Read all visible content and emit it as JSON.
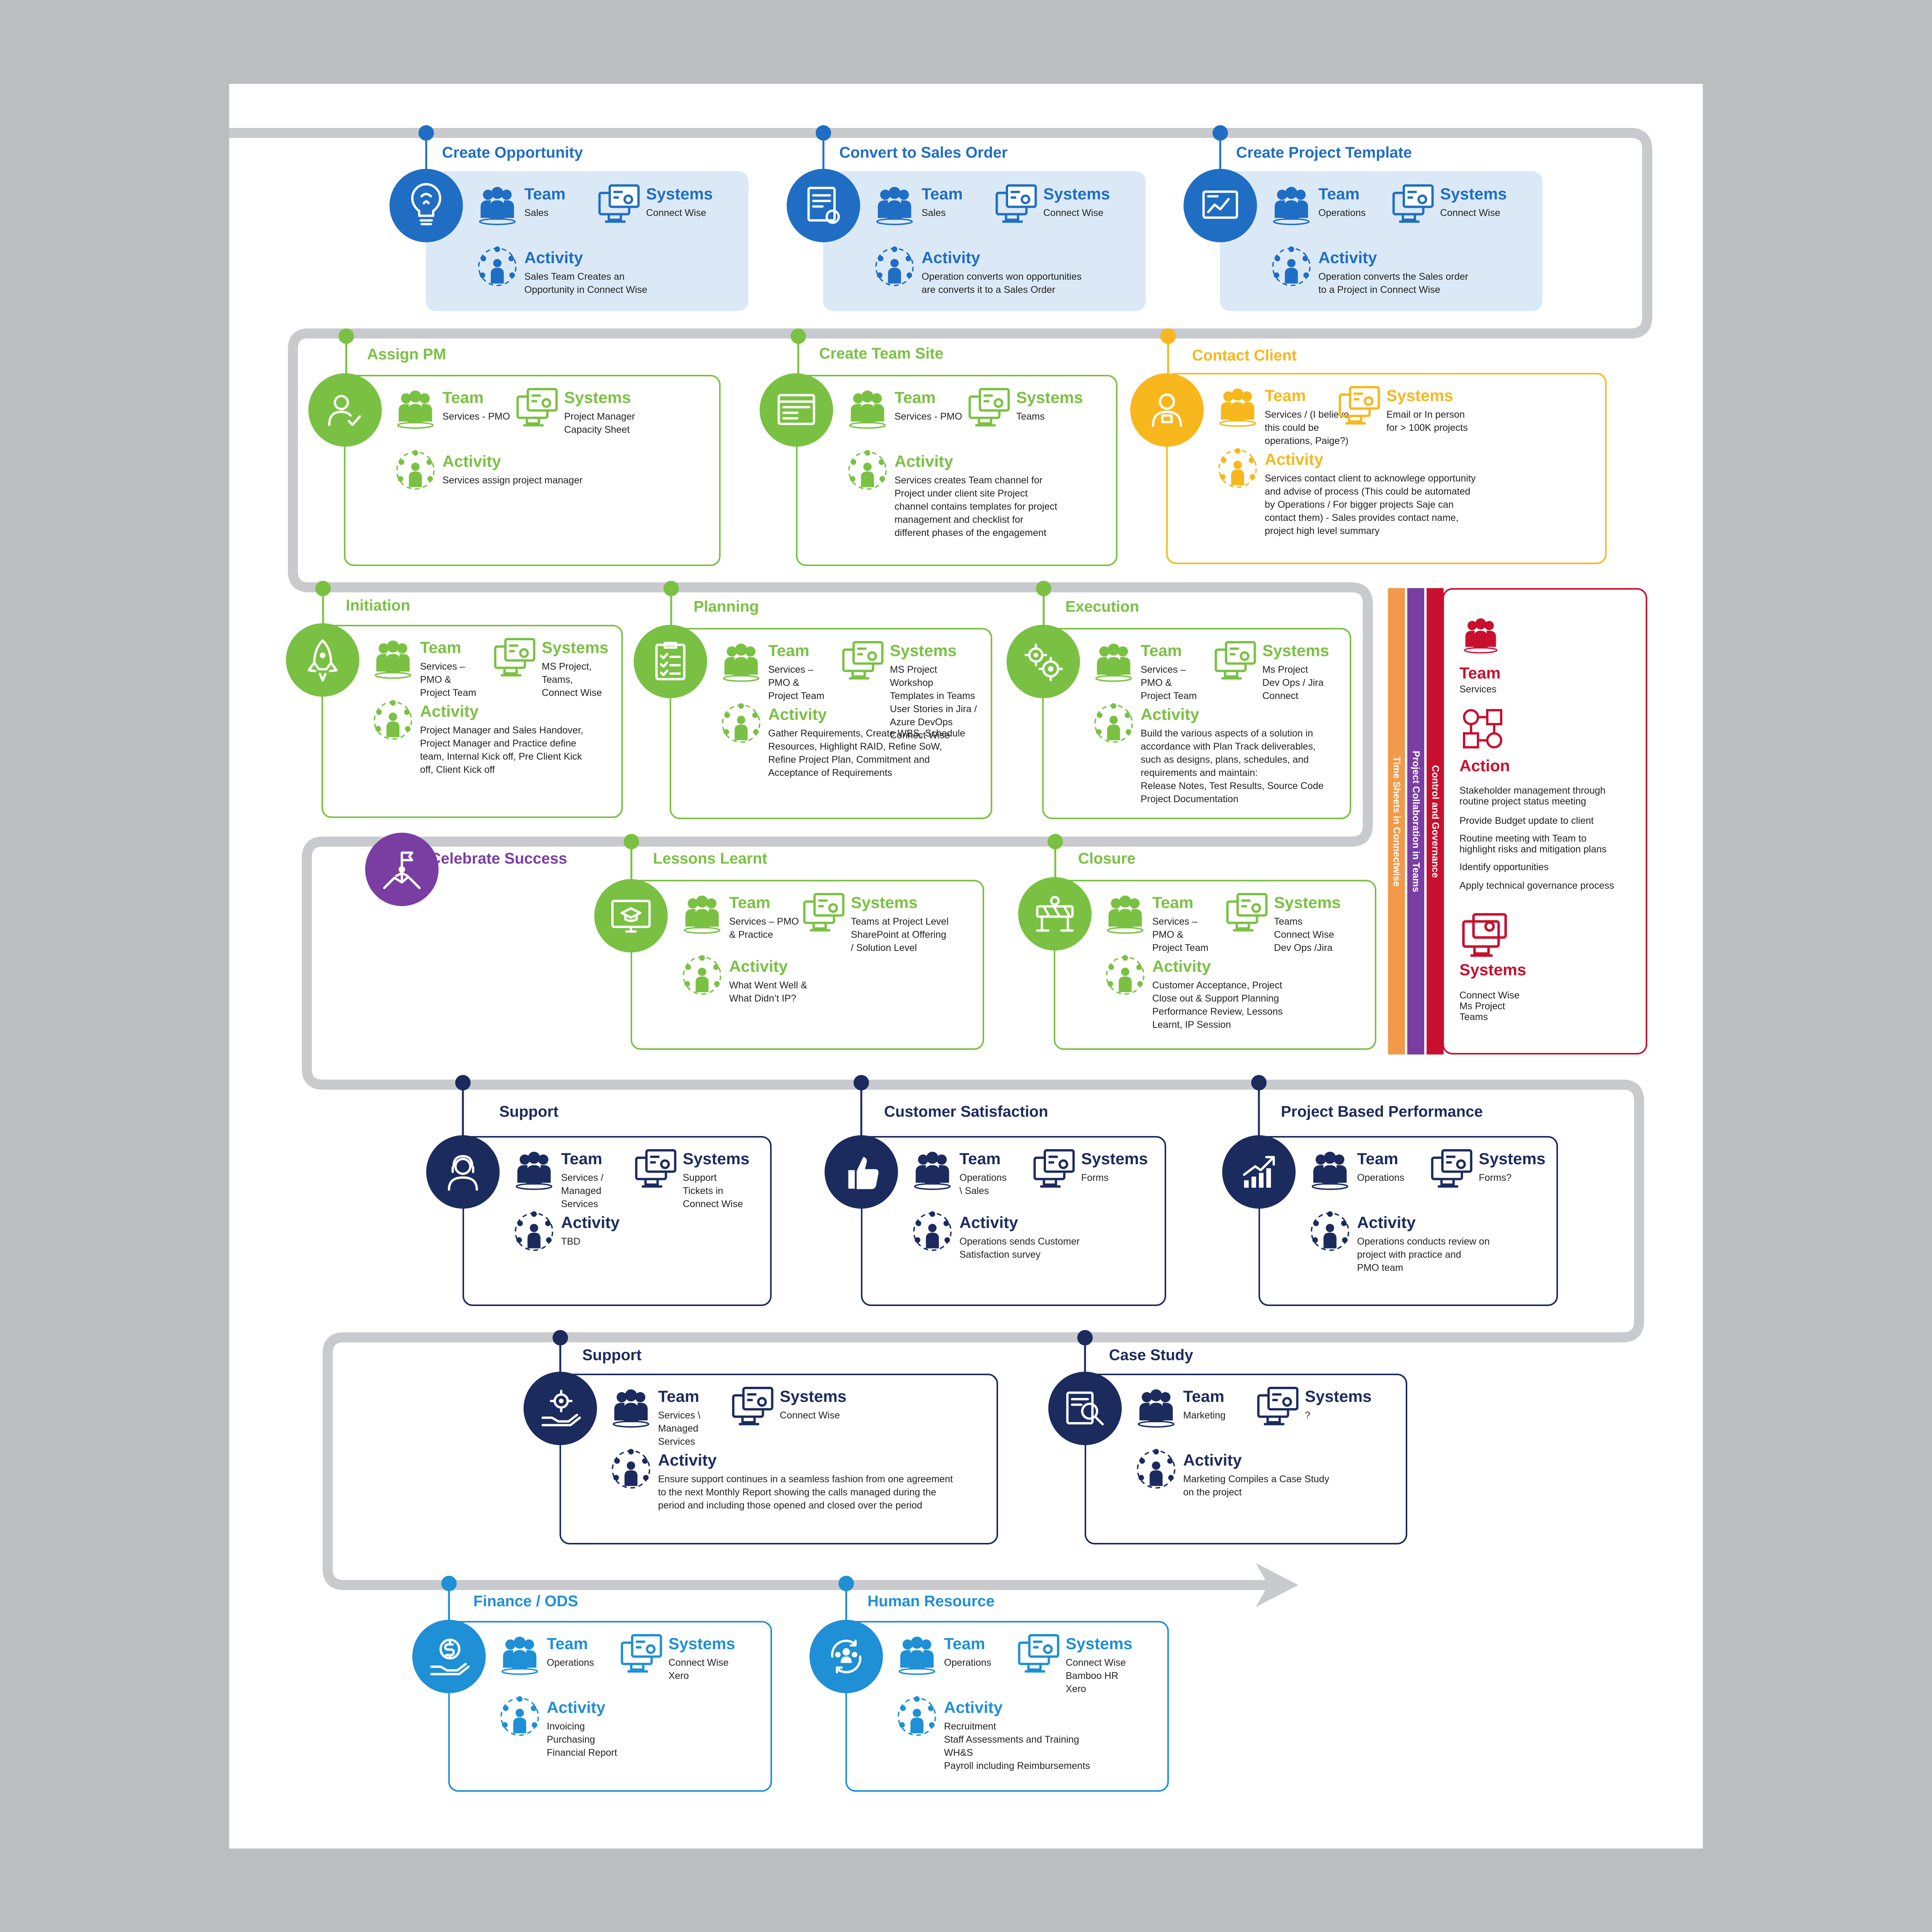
{
  "labels": {
    "team": "Team",
    "systems": "Systems",
    "activity": "Activity",
    "action": "Action"
  },
  "colors": {
    "blue": "#1f6ec4",
    "green": "#7ac143",
    "yellow": "#f7b71d",
    "purple": "#7a3ea3",
    "navy": "#1c2b5e",
    "lightblue": "#1f8fd6",
    "red": "#c8102e",
    "orange": "#f19a4b",
    "track": "#c8cacd"
  },
  "stages": [
    {
      "title": "Create Opportunity",
      "icon": "lightbulb-brain-icon",
      "team": "Sales",
      "systems": "Connect Wise",
      "activity": "Sales Team Creates an\nOpportunity in Connect Wise"
    },
    {
      "title": "Convert to Sales Order",
      "icon": "sales-order-icon",
      "team": "Sales",
      "systems": "Connect Wise",
      "activity": "Operation converts won opportunities\nare converts it to a Sales Order"
    },
    {
      "title": "Create Project Template",
      "icon": "project-template-icon",
      "team": "Operations",
      "systems": "Connect Wise",
      "activity": "Operation converts the Sales order\nto a Project in Connect Wise"
    },
    {
      "title": "Assign PM",
      "icon": "assign-user-icon",
      "team": "Services - PMO",
      "systems": "Project Manager\nCapacity Sheet",
      "activity": "Services assign project manager"
    },
    {
      "title": "Create Team Site",
      "icon": "browser-window-icon",
      "team": "Services - PMO",
      "systems": "Teams",
      "activity": "Services creates Team channel for\nProject under client site Project\nchannel contains templates for project\nmanagement and checklist for\ndifferent phases of the engagement"
    },
    {
      "title": "Contact Client",
      "icon": "client-contact-icon",
      "team": "Services / (I believe\nthis could be\noperations, Paige?)",
      "systems": "Email or In person\nfor > 100K projects",
      "activity": "Services contact client to acknowlege opportunity\nand advise of process (This could be automated\nby Operations / For bigger projects Saje can\ncontact them) - Sales provides contact name,\nproject high level summary"
    },
    {
      "title": "Initiation",
      "icon": "rocket-icon",
      "team": "Services –\nPMO &\nProject Team",
      "systems": "MS Project,\nTeams,\nConnect Wise",
      "activity": "Project Manager and Sales Handover,\nProject Manager and Practice define\nteam, Internal Kick off, Pre Client Kick\noff, Client Kick off"
    },
    {
      "title": "Planning",
      "icon": "clipboard-checklist-icon",
      "team": "Services –\nPMO &\nProject Team",
      "systems": "MS Project\nWorkshop\nTemplates in Teams\nUser Stories in Jira /\nAzure DevOps\nConnect Wise",
      "activity": "Gather Requirements, Create WBS, Schedule\nResources, Highlight RAID, Refine SoW,\nRefine Project Plan, Commitment and\nAcceptance of Requirements"
    },
    {
      "title": "Execution",
      "icon": "gears-icon",
      "team": "Services –\nPMO &\nProject Team",
      "systems": "Ms Project\nDev Ops / Jira\nConnect",
      "activity": "Build the various aspects of a solution in\naccordance with Plan Track deliverables,\nsuch as designs, plans, schedules, and\nrequirements and maintain:\nRelease Notes, Test Results, Source Code\nProject Documentation"
    },
    {
      "title": "Celebrate Success",
      "icon": "flag-summit-icon"
    },
    {
      "title": "Lessons Learnt",
      "icon": "graduation-screen-icon",
      "team": "Services – PMO\n& Practice",
      "systems": "Teams at Project Level\nSharePoint at Offering\n/ Solution Level",
      "activity": "What Went Well &\nWhat Didn’t IP?"
    },
    {
      "title": "Closure",
      "icon": "road-barrier-icon",
      "team": "Services –\nPMO &\nProject Team",
      "systems": "Teams\nConnect Wise\nDev Ops /Jira",
      "activity": "Customer Acceptance, Project\nClose out & Support Planning\nPerformance Review, Lessons\nLearnt, IP Session"
    },
    {
      "title": "Support",
      "icon": "support-agent-icon",
      "team": "Services /\nManaged\nServices",
      "systems": "Support\nTickets in\nConnect Wise",
      "activity": "TBD"
    },
    {
      "title": "Customer Satisfaction",
      "icon": "thumbs-up-icon",
      "team": "Operations\n\\ Sales",
      "systems": "Forms",
      "activity": "Operations sends Customer\nSatisfaction survey"
    },
    {
      "title": "Project Based Performance",
      "icon": "growth-chart-icon",
      "team": "Operations",
      "systems": "Forms?",
      "activity": "Operations conducts review on\nproject with practice and\nPMO team"
    },
    {
      "title": "Support",
      "icon": "hand-gear-icon",
      "team": "Services \\\nManaged\nServices",
      "systems": "Connect Wise",
      "activity": "Ensure support continues in a seamless fashion from one agreement\nto the next Monthly Report showing the calls managed during the\nperiod and including those opened and closed over the period"
    },
    {
      "title": "Case Study",
      "icon": "case-study-search-icon",
      "team": "Marketing",
      "systems": "?",
      "activity": "Marketing Compiles a Case Study\non the project"
    },
    {
      "title": "Finance / ODS",
      "icon": "dollar-hand-icon",
      "team": "Operations",
      "systems": "Connect Wise\nXero",
      "activity": "Invoicing\nPurchasing\nFinancial Report"
    },
    {
      "title": "Human Resource",
      "icon": "people-cycle-icon",
      "team": "Operations",
      "systems": "Connect Wise\nBamboo HR\nXero",
      "activity": "Recruitment\nStaff Assessments and Training\nWH&S\nPayroll including Reimbursements"
    }
  ],
  "side": {
    "bars": [
      "Time Sheets in Connectwise",
      "Project Collaboration in Teams",
      "Control and  Governance"
    ],
    "team": "Services",
    "actions": [
      "Stakeholder management through\nroutine project status meeting",
      "Provide Budget update to client",
      "Routine meeting with Team to\nhighlight risks and mitigation plans",
      "Identify opportunities",
      "Apply technical governance process"
    ],
    "systems": "Connect Wise\nMs Project\nTeams"
  }
}
